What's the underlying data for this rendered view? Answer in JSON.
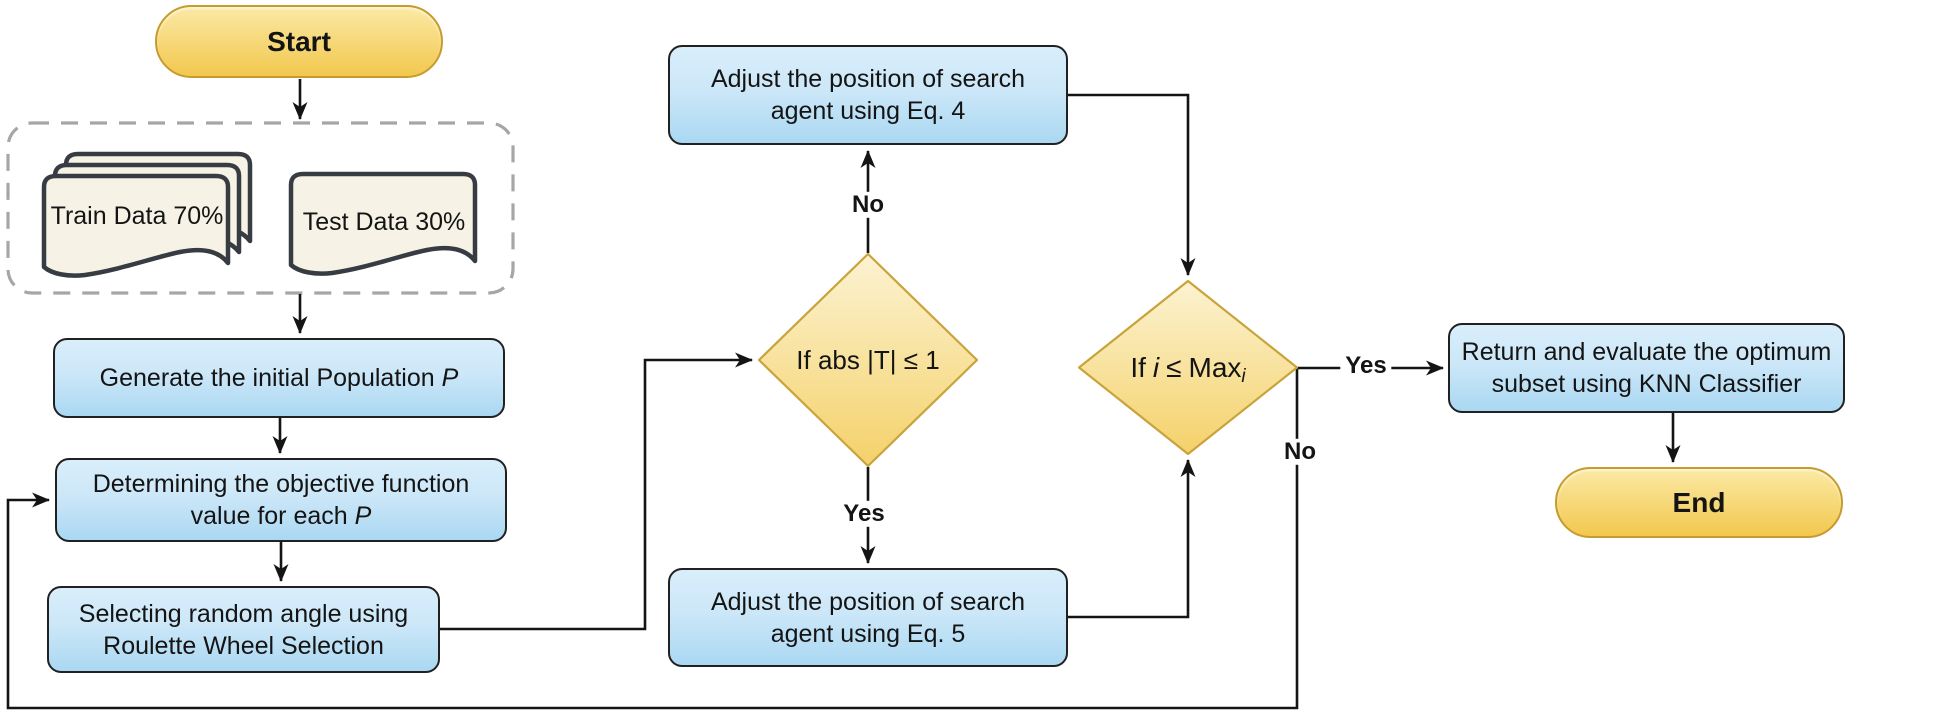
{
  "flowchart": {
    "start": "Start",
    "dataset": {
      "train": "Train Data 70%",
      "test": "Test Data 30%"
    },
    "generate": {
      "text": "Generate the initial Population",
      "var": "P"
    },
    "objective": {
      "line1": "Determining the objective function",
      "line2": "value for each",
      "var": "P"
    },
    "roulette": {
      "line1": "Selecting random angle using",
      "line2": "Roulette Wheel Selection"
    },
    "decision_abs_t": {
      "text": "If abs |T| ≤ 1"
    },
    "adjust_eq4": {
      "line1": "Adjust the position of search",
      "line2": "agent using Eq. 4"
    },
    "adjust_eq5": {
      "line1": "Adjust the position of search",
      "line2": "agent using Eq. 5"
    },
    "decision_max_iter": {
      "if": "If",
      "var": "i",
      "op": "≤",
      "max": "Max",
      "sub": "i"
    },
    "return_knn": {
      "line1": "Return and evaluate the optimum",
      "line2": "subset using KNN Classifier"
    },
    "end": "End",
    "edge_labels": {
      "no_top": "No",
      "yes_mid": "Yes",
      "yes_right": "Yes",
      "no_loop": "No"
    }
  },
  "colors": {
    "terminal_top": "#fbe9a5",
    "terminal_bottom": "#f2c84e",
    "terminal_border": "#c79b2e",
    "process_top": "#d9eefb",
    "process_bottom": "#aad8f2",
    "process_border": "#212121",
    "decision_top": "#fcf3d2",
    "decision_bottom": "#f4d16a",
    "decision_border": "#c9a33b",
    "document_fill": "#f6f3e6",
    "document_border": "#363c42",
    "dashed_border": "#a6a6a6",
    "connector": "#141414"
  }
}
